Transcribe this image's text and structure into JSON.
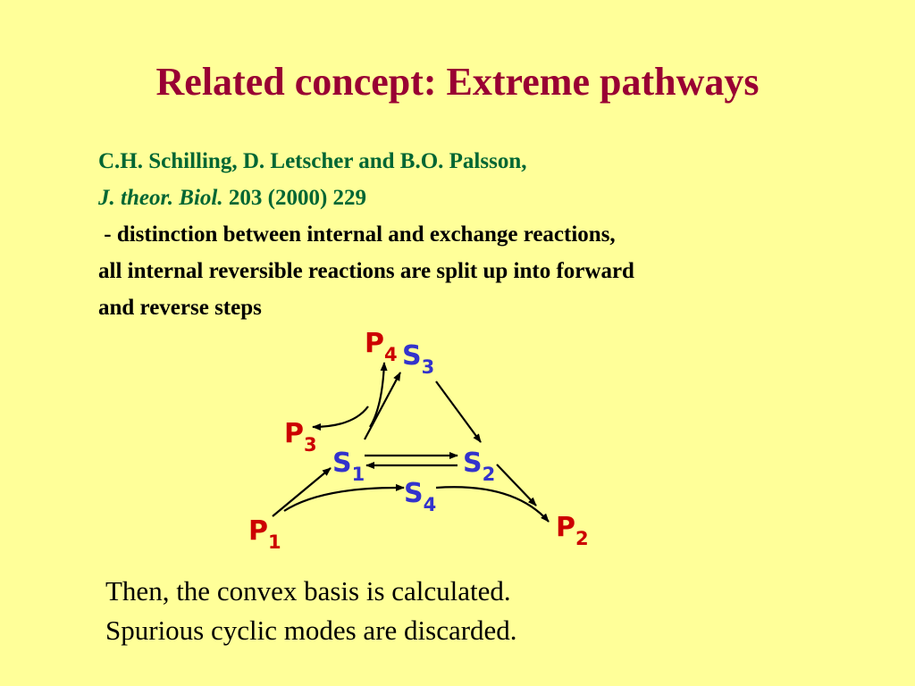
{
  "title": "Related concept: Extreme pathways",
  "reference": {
    "authors": "C.H. Schilling, D. Letscher and B.O. Palsson,",
    "journal": "J. theor. Biol.",
    "citation": " 203 (2000) 229"
  },
  "description": {
    "line1": " - distinction between internal and exchange reactions,",
    "line2": "all internal reversible reactions are split up into forward",
    "line3": "and reverse steps"
  },
  "diagram": {
    "nodes": {
      "S1": {
        "base": "S",
        "sub": "1"
      },
      "S2": {
        "base": "S",
        "sub": "2"
      },
      "S3": {
        "base": "S",
        "sub": "3"
      },
      "S4": {
        "base": "S",
        "sub": "4"
      },
      "P1": {
        "base": "P",
        "sub": "1"
      },
      "P2": {
        "base": "P",
        "sub": "2"
      },
      "P3": {
        "base": "P",
        "sub": "3"
      },
      "P4": {
        "base": "P",
        "sub": "4"
      }
    },
    "colors": {
      "substrate": "#3333CC",
      "product": "#CC0000",
      "arrow": "#000000"
    }
  },
  "bottom": {
    "line1": "Then, the convex basis is calculated.",
    "line2": "Spurious cyclic modes are discarded."
  }
}
